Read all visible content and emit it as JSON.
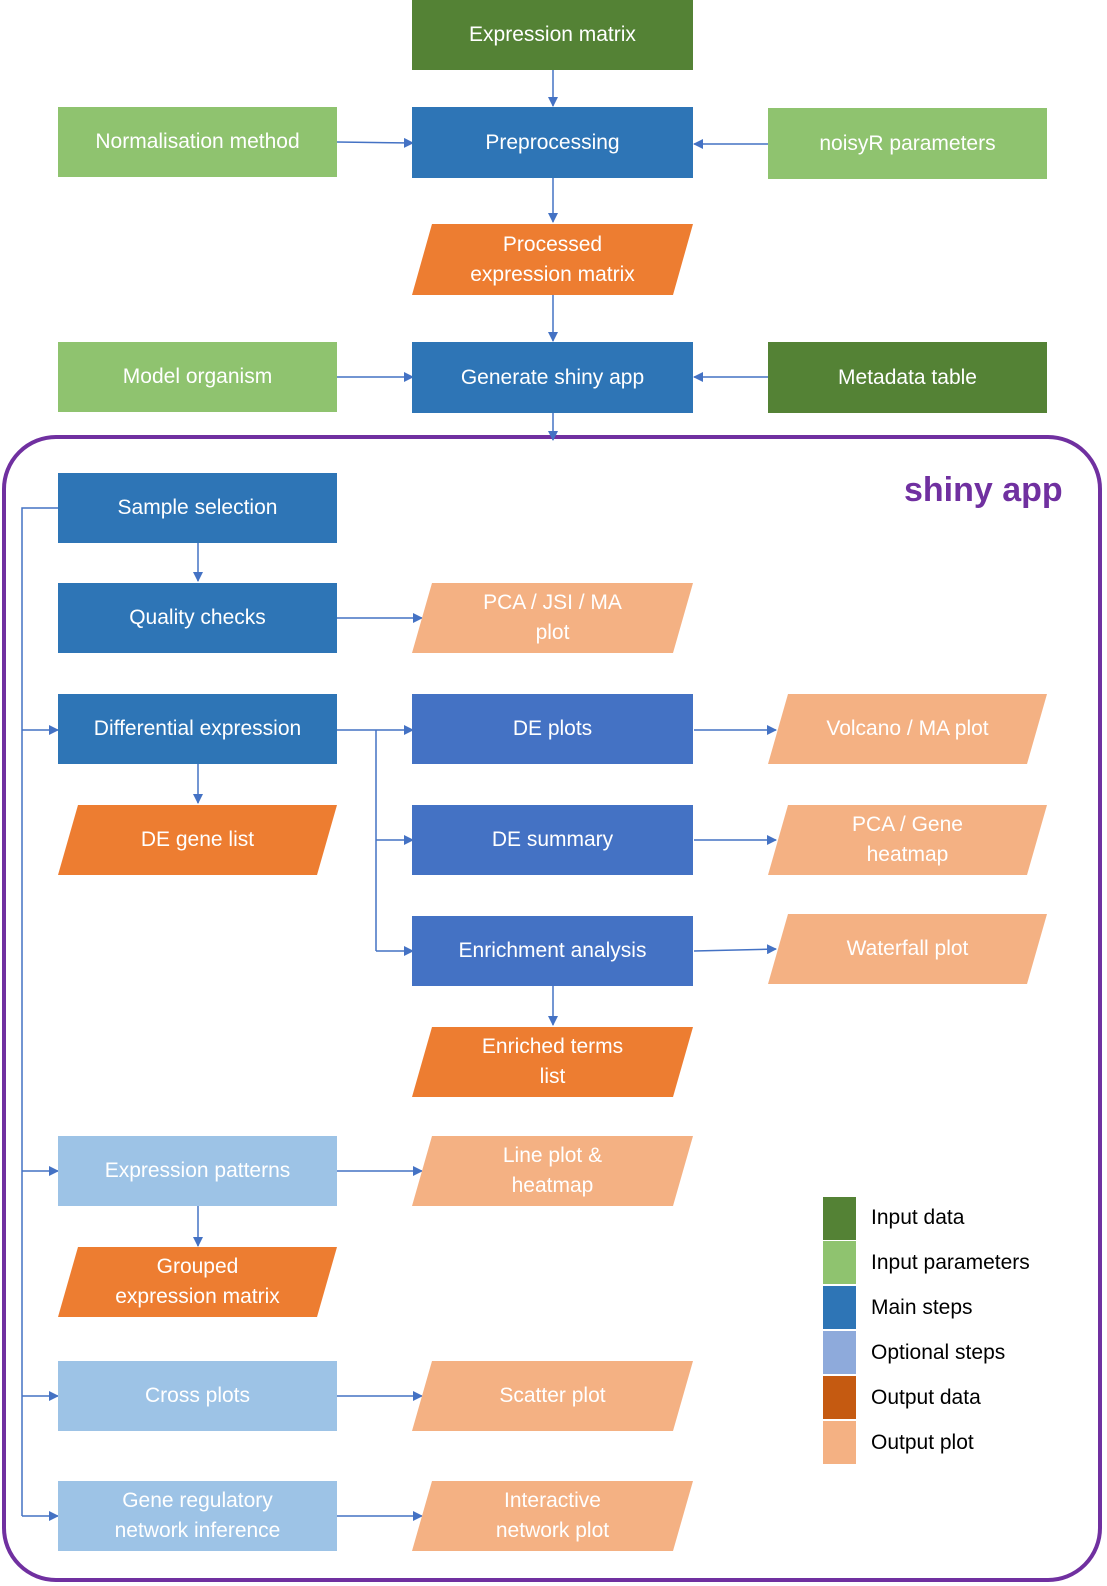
{
  "colors": {
    "input_data": "#548235",
    "input_parameters": "#8fc36f",
    "main_steps": "#2e75b6",
    "de_steps": "#4472c4",
    "optional_steps": "#9dc3e6",
    "output_data": "#ed7d31",
    "output_plot": "#f4b183",
    "container": "#7030a0",
    "arrow": "#4472c4"
  },
  "title": "shiny app",
  "nodes": {
    "expression_matrix": "Expression matrix",
    "normalisation_method": "Normalisation method",
    "preprocessing": "Preprocessing",
    "noisyr_parameters": "noisyR parameters",
    "processed_matrix_1": "Processed",
    "processed_matrix_2": "expression matrix",
    "model_organism": "Model organism",
    "generate_app": "Generate shiny app",
    "metadata_table": "Metadata table",
    "sample_selection": "Sample selection",
    "quality_checks": "Quality checks",
    "pca_jsi_ma_1": "PCA / JSI / MA",
    "pca_jsi_ma_2": "plot",
    "differential_expression": "Differential expression",
    "de_plots": "DE plots",
    "volcano_ma": "Volcano / MA plot",
    "de_gene_list": "DE gene list",
    "de_summary": "DE summary",
    "pca_gene_heatmap_1": "PCA / Gene",
    "pca_gene_heatmap_2": "heatmap",
    "enrichment_analysis": "Enrichment analysis",
    "waterfall_plot": "Waterfall plot",
    "enriched_terms_1": "Enriched terms",
    "enriched_terms_2": "list",
    "expression_patterns": "Expression patterns",
    "line_plot_1": "Line plot &",
    "line_plot_2": "heatmap",
    "grouped_matrix_1": "Grouped",
    "grouped_matrix_2": "expression matrix",
    "cross_plots": "Cross plots",
    "scatter_plot": "Scatter plot",
    "grn_1": "Gene regulatory",
    "grn_2": "network inference",
    "interactive_net_1": "Interactive",
    "interactive_net_2": "network plot"
  },
  "legend": {
    "input_data": "Input data",
    "input_parameters": "Input parameters",
    "main_steps": "Main steps",
    "optional_steps": "Optional steps",
    "output_data": "Output data",
    "output_plot": "Output plot"
  },
  "legend_colors": {
    "input_data": "#548235",
    "input_parameters": "#8fc36f",
    "main_steps": "#2e75b6",
    "optional_steps": "#8eaadb",
    "output_data": "#c55a11",
    "output_plot": "#f4b183"
  }
}
